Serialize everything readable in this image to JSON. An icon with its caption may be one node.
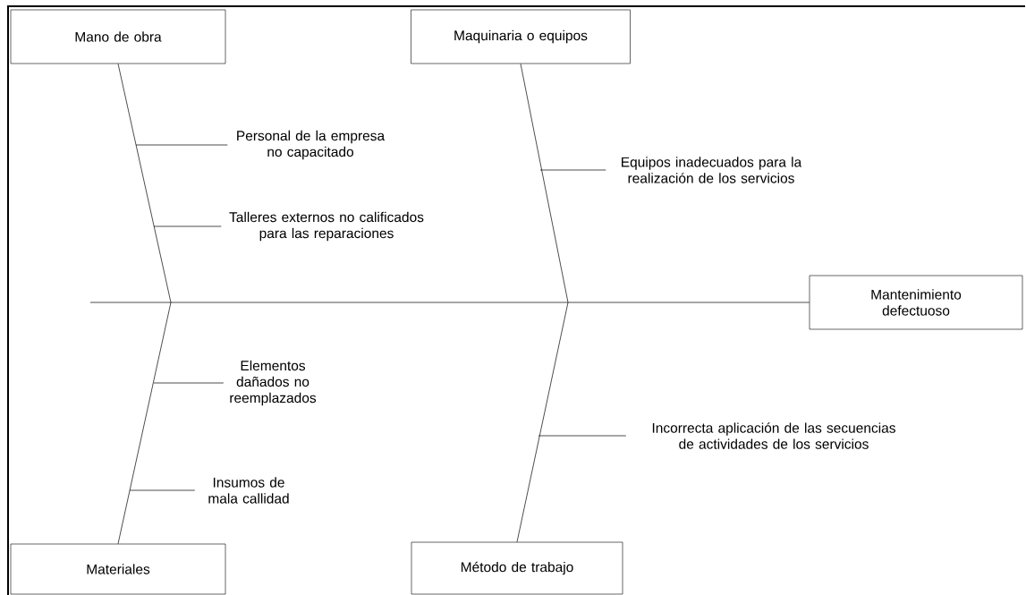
{
  "diagram": {
    "nodes": [
      {
        "text": [
          "Mano de obra"
        ]
      },
      {
        "text": [
          "Maquinaria o equipos"
        ]
      },
      {
        "text": [
          "Mantenimiento defectuoso"
        ]
      },
      {
        "text": [
          "Materiales"
        ]
      },
      {
        "text": [
          "Método de trabajo"
        ]
      },
      {
        "text": [
          "Personal de la empresa no capacitado"
        ]
      },
      {
        "text": [
          "Talleres externos no calificados para las reparaciones"
        ]
      },
      {
        "text": [
          "Equipos inadecuados para la realización de los servicios"
        ]
      },
      {
        "text": [
          "Elementos dañados no reemplazados"
        ]
      },
      {
        "text": [
          "Insumos de mala callidad"
        ]
      },
      {
        "text": [
          "Incorrecta aplicación de las secuencias de actividades de los servicios"
        ]
      }
    ],
    "edges": [
      {
        "from": null,
        "to": 2,
        "arrow": "none"
      },
      {
        "from": 0,
        "to": null,
        "arrow": "none"
      },
      {
        "from": 1,
        "to": null,
        "arrow": "none"
      },
      {
        "from": 3,
        "to": null,
        "arrow": "none"
      },
      {
        "from": 4,
        "to": null,
        "arrow": "none"
      },
      {
        "from": 5,
        "to": null,
        "arrow": "none"
      },
      {
        "from": 6,
        "to": null,
        "arrow": "none"
      },
      {
        "from": 7,
        "to": null,
        "arrow": "none"
      },
      {
        "from": 8,
        "to": null,
        "arrow": "none"
      },
      {
        "from": 9,
        "to": null,
        "arrow": "none"
      },
      {
        "from": 10,
        "to": null,
        "arrow": "none"
      }
    ]
  }
}
